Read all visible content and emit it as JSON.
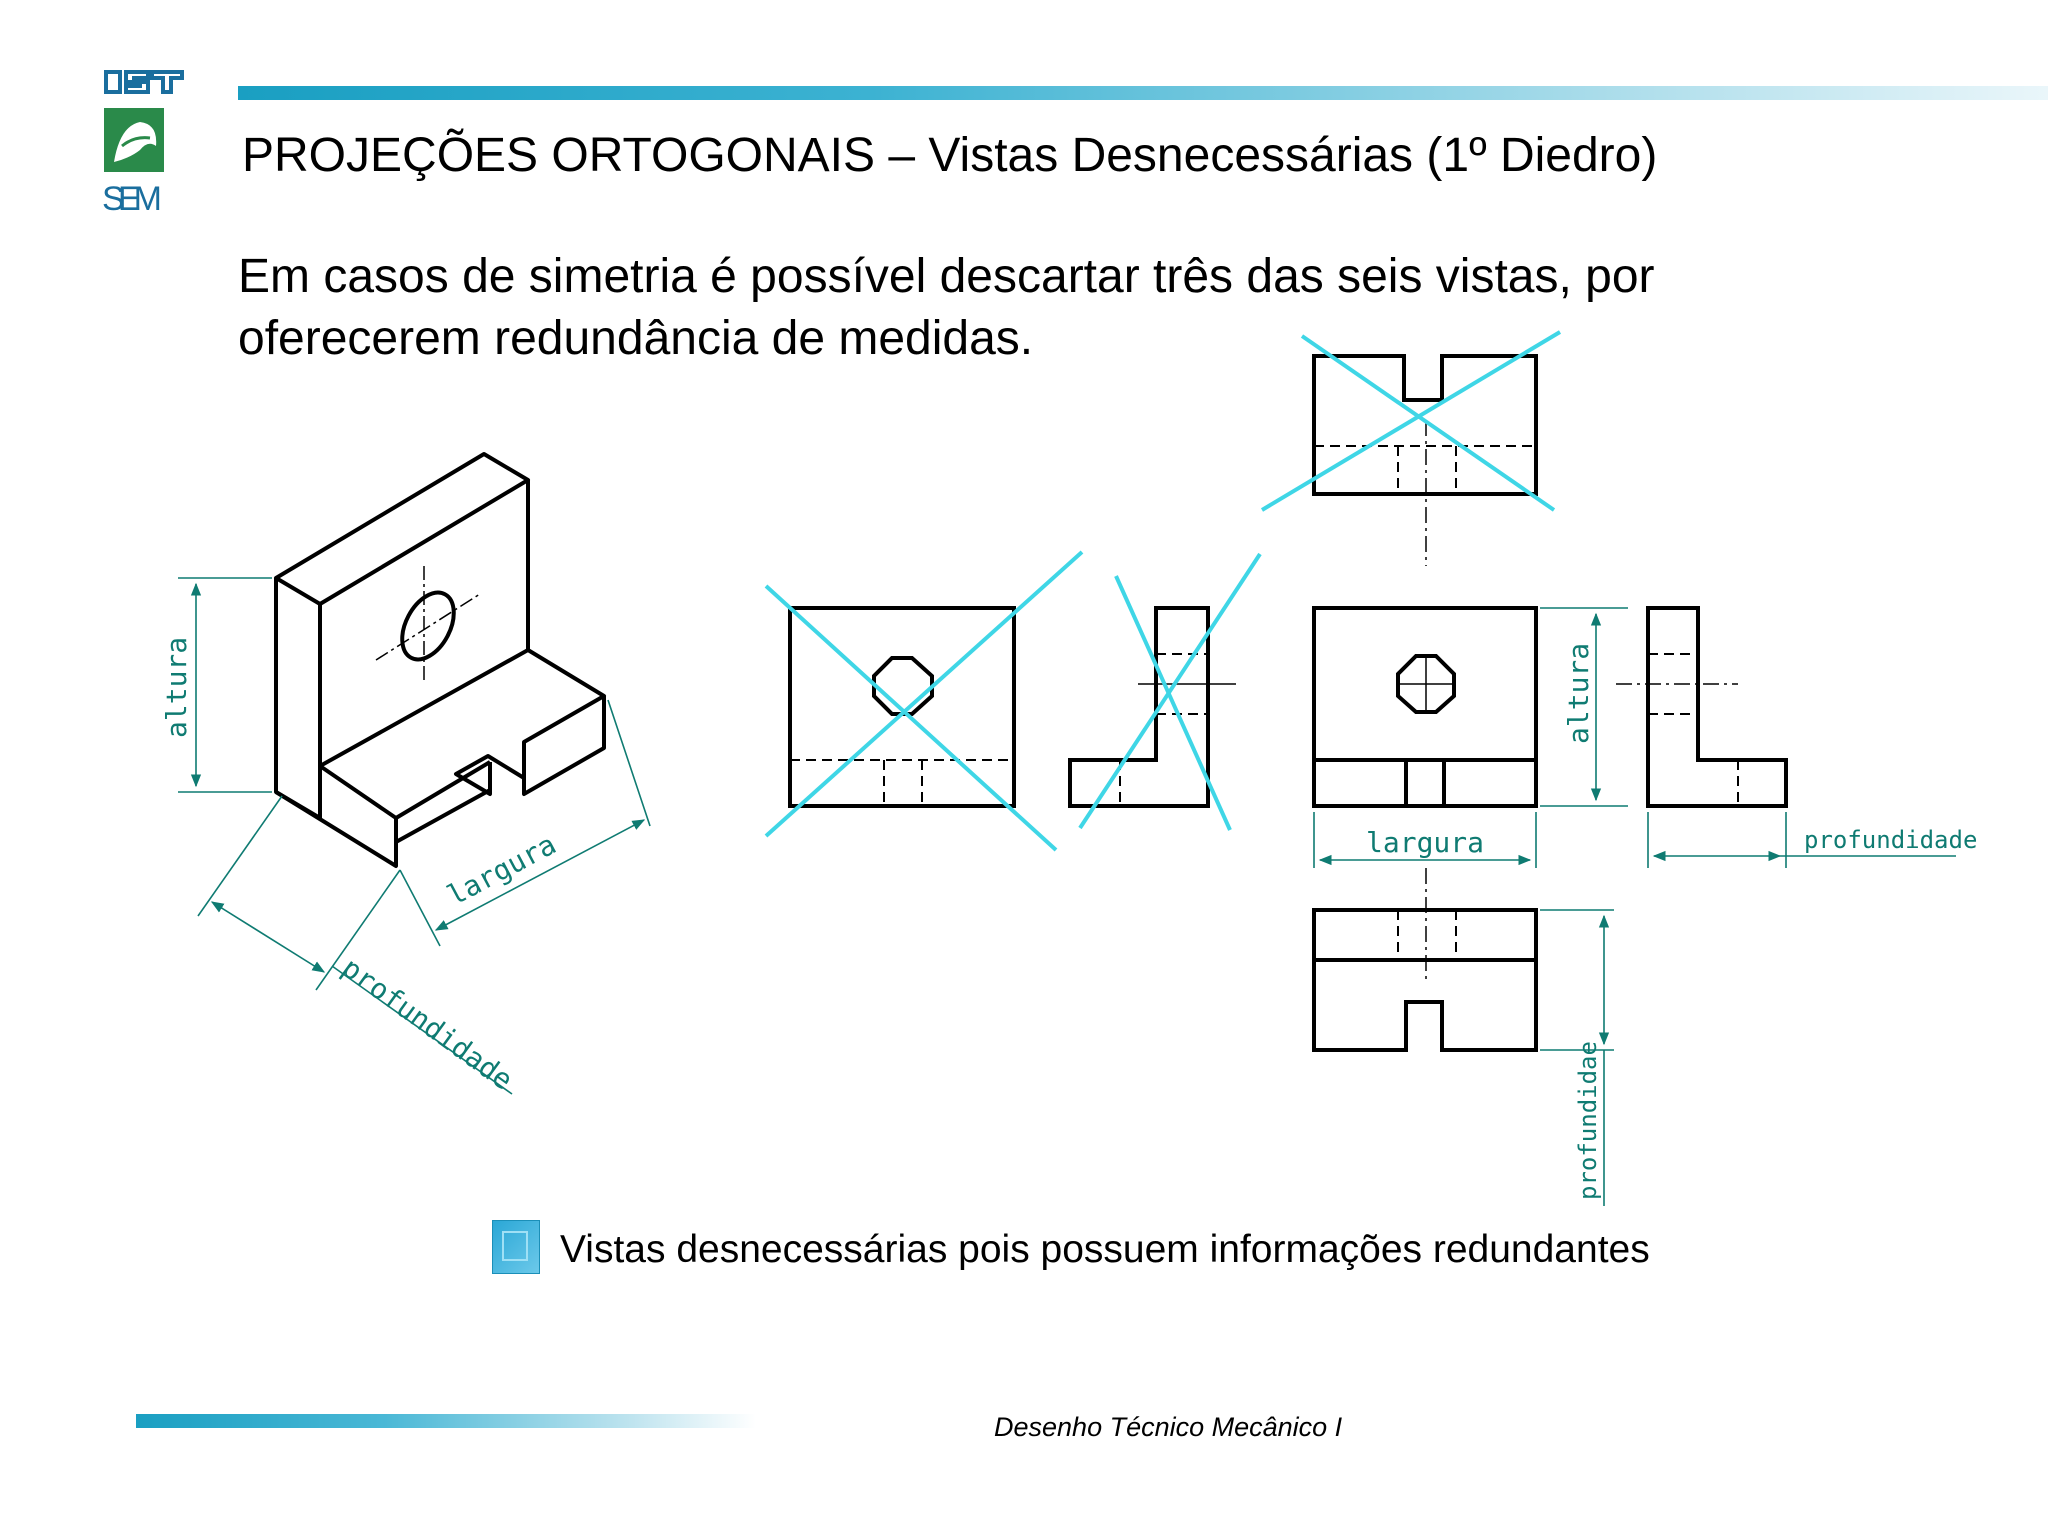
{
  "logo": {
    "top_text": "IST",
    "bottom_text": "SEM",
    "icon": "ist-sem-logo"
  },
  "slide": {
    "title": "PROJEÇÕES ORTOGONAIS – Vistas Desnecessárias (1º Diedro)",
    "intro": "Em casos de simetria é possível descartar três das seis vistas, por oferecerem redundância de medidas."
  },
  "dimensions": {
    "iso_altura": "altura",
    "iso_largura": "largura",
    "iso_profundidade": "profundidade",
    "ortho_altura": "altura",
    "ortho_largura": "largura",
    "ortho_profundidade_right": "profundidade",
    "ortho_profundidade_bottom": "profundidae"
  },
  "legend": {
    "text": "Vistas desnecessárias pois possuem informações redundantes",
    "swatch_icon": "square-bullet-icon",
    "cross_color": "#3fd6e6"
  },
  "footer": {
    "course": "Desenho Técnico Mecânico I"
  },
  "colors": {
    "accent": "#1a9fc2",
    "dimension": "#0f7b72",
    "cross": "#3fd6e6"
  }
}
